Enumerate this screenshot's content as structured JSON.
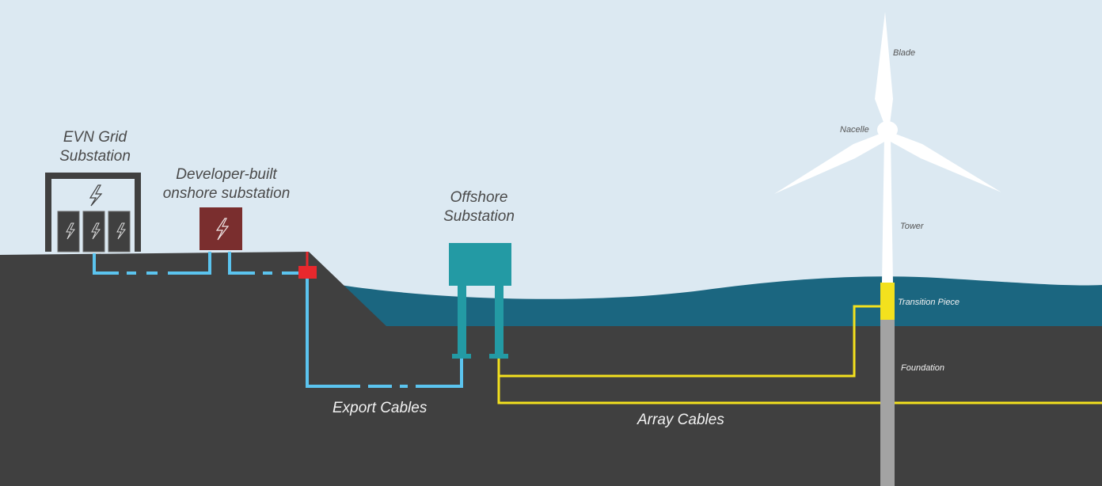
{
  "labels": {
    "evn_grid_substation": [
      "EVN Grid",
      "Substation"
    ],
    "developer_substation": [
      "Developer-built",
      "onshore substation"
    ],
    "offshore_substation": [
      "Offshore",
      "Substation"
    ],
    "export_cables": "Export Cables",
    "array_cables": "Array Cables",
    "blade": "Blade",
    "nacelle": "Nacelle",
    "tower": "Tower",
    "transition_piece": "Transition Piece",
    "foundation": "Foundation"
  },
  "colors": {
    "sky": "#dce9f2",
    "ground": "#404040",
    "sea": "#1b6680",
    "export_cable": "#5bc4ef",
    "array_cable": "#f3e11e",
    "offshore_platform": "#239aa4",
    "developer_substation": "#7a2e2e",
    "landfall_joint": "#e8282d",
    "transition_piece": "#f3e11e",
    "foundation": "#a3a3a3",
    "turbine": "#ffffff"
  },
  "icons": {
    "lightning": "lightning-bolt-icon"
  }
}
